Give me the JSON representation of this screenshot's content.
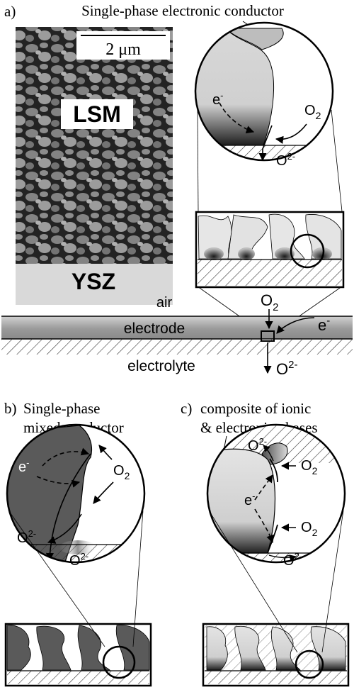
{
  "panel_a": {
    "letter": "a)",
    "title": "Single-phase electronic conductor",
    "scale_bar": "2 μm",
    "sem_top_label": "LSM",
    "sem_bottom_label": "YSZ",
    "zoom": {
      "electron": "e",
      "electron_sup": "-",
      "oxygen": "O",
      "oxygen_sub": "2",
      "oxide": "O",
      "oxide_sup": "2-"
    },
    "layers": {
      "air": "air",
      "electrode": "electrode",
      "electrolyte": "electrolyte",
      "oxygen": "O",
      "oxygen_sub": "2",
      "electron": "e",
      "electron_sup": "-",
      "oxide": "O",
      "oxide_sup": "2-"
    }
  },
  "panel_b": {
    "letter": "b)",
    "title_line1": "Single-phase",
    "title_line2": "mixed conductor",
    "electron": "e",
    "electron_sup": "-",
    "oxygen": "O",
    "oxygen_sub": "2",
    "oxide_left": "O",
    "oxide_left_sup": "2-",
    "oxide_right": "O",
    "oxide_right_sup": "2-"
  },
  "panel_c": {
    "letter": "c)",
    "title_line1": "composite of ionic",
    "title_line2": "& electronic phases",
    "oxide_top": "O",
    "oxide_top_sup": "2-",
    "oxygen_top": "O",
    "oxygen_top_sub": "2",
    "electron": "e",
    "electron_sup": "-",
    "oxygen_bottom": "O",
    "oxygen_bottom_sub": "2",
    "oxide_bottom": "O",
    "oxide_bottom_sup": "2-"
  }
}
